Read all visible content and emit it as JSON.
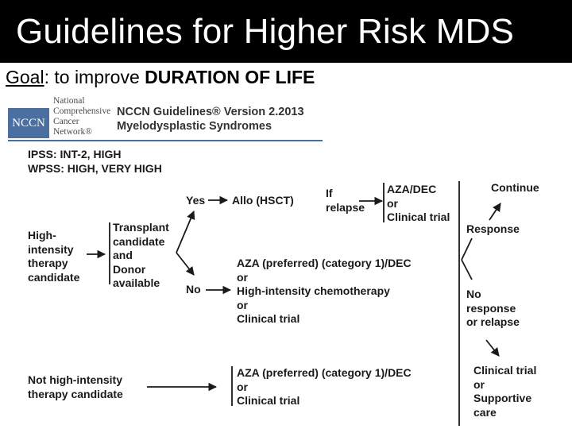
{
  "slide": {
    "title": "Guidelines for Higher Risk MDS",
    "goal_prefix": "Goal",
    "goal_middle": ": to improve ",
    "goal_emphasis": "DURATION OF LIFE"
  },
  "header": {
    "logo_text": "NCCN",
    "org_lines": [
      "National",
      "Comprehensive",
      "Cancer",
      "Network®"
    ],
    "guidelines_title": "NCCN Guidelines® Version 2.2013",
    "subtitle": "Myelodysplastic Syndromes"
  },
  "flow": {
    "criteria": [
      "IPSS: INT-2, HIGH",
      "WPSS: HIGH, VERY HIGH"
    ],
    "high_intensity": [
      "High-",
      "intensity",
      "therapy",
      "candidate"
    ],
    "transplant": [
      "Transplant",
      "candidate",
      "and",
      "Donor",
      "available"
    ],
    "yes_label": "Yes",
    "no_label": "No",
    "allo": "Allo (HSCT)",
    "if_relapse": [
      "If",
      "relapse"
    ],
    "aza_dec_trial": [
      "AZA/DEC",
      "or",
      "Clinical trial"
    ],
    "continue_label": "Continue",
    "response_label": "Response",
    "no_branch_options": [
      "AZA (preferred) (category 1)/DEC",
      "or",
      "High-intensity chemotherapy",
      "or",
      "Clinical trial"
    ],
    "no_response": [
      "No",
      "response",
      "or relapse"
    ],
    "after_failure": [
      "Clinical trial",
      "or",
      "Supportive",
      "care"
    ],
    "not_high_intensity": [
      "Not high-intensity",
      "therapy candidate"
    ],
    "not_high_options": [
      "AZA (preferred) (category 1)/DEC",
      "or",
      "Clinical trial"
    ]
  },
  "colors": {
    "title_bar": "#000000",
    "nccn_blue": "#4a6fa0"
  }
}
